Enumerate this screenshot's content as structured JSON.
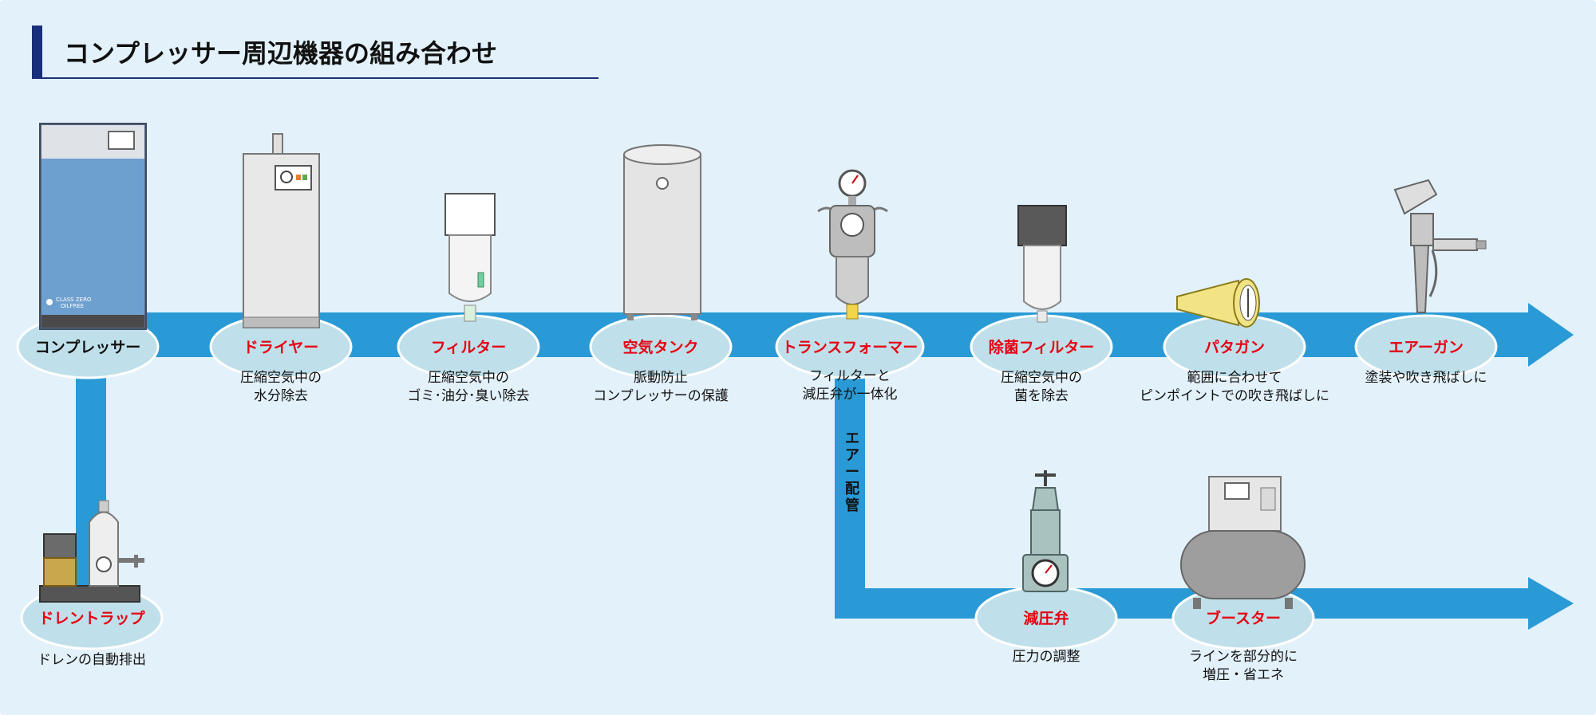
{
  "title": "コンプレッサー周辺機器の組み合わせ",
  "colors": {
    "background": "#e3f1fa",
    "pipe": "#2a9ad6",
    "ellipse": "#bfe0ea",
    "title_bar": "#1a2f7a",
    "label_red": "#e60012",
    "label_black": "#111111"
  },
  "pipe_label": "エアー配管",
  "main_line": [
    {
      "label": "コンプレッサー",
      "label_color": "black",
      "desc": [],
      "icon": "compressor-icon"
    },
    {
      "label": "ドライヤー",
      "label_color": "red",
      "desc": [
        "圧縮空気中の",
        "水分除去"
      ],
      "icon": "dryer-icon"
    },
    {
      "label": "フィルター",
      "label_color": "red",
      "desc": [
        "圧縮空気中の",
        "ゴミ･油分･臭い除去"
      ],
      "icon": "filter-icon"
    },
    {
      "label": "空気タンク",
      "label_color": "red",
      "desc": [
        "脈動防止",
        "コンプレッサーの保護"
      ],
      "icon": "air-tank-icon"
    },
    {
      "label": "トランスフォーマー",
      "label_color": "red",
      "desc": [
        "フィルターと",
        "減圧弁が一体化"
      ],
      "icon": "transformer-icon"
    },
    {
      "label": "除菌フィルター",
      "label_color": "red",
      "desc": [
        "圧縮空気中の",
        "菌を除去"
      ],
      "icon": "sterilizing-filter-icon"
    },
    {
      "label": "パタガン",
      "label_color": "red",
      "desc": [
        "範囲に合わせて",
        "ピンポイントでの吹き飛ばしに"
      ],
      "icon": "pata-gun-icon"
    },
    {
      "label": "エアーガン",
      "label_color": "red",
      "desc": [
        "塗装や吹き飛ばしに"
      ],
      "icon": "air-gun-icon"
    }
  ],
  "drain": {
    "label": "ドレントラップ",
    "label_color": "red",
    "desc": [
      "ドレンの自動排出"
    ],
    "icon": "drain-trap-icon"
  },
  "branch_line": [
    {
      "label": "減圧弁",
      "label_color": "red",
      "desc": [
        "圧力の調整"
      ],
      "icon": "pressure-reducing-valve-icon"
    },
    {
      "label": "ブースター",
      "label_color": "red",
      "desc": [
        "ラインを部分的に",
        "増圧・省エネ"
      ],
      "icon": "booster-icon"
    }
  ],
  "compressor_panel_text": [
    "CLASS ZERO",
    "OILFREE"
  ]
}
